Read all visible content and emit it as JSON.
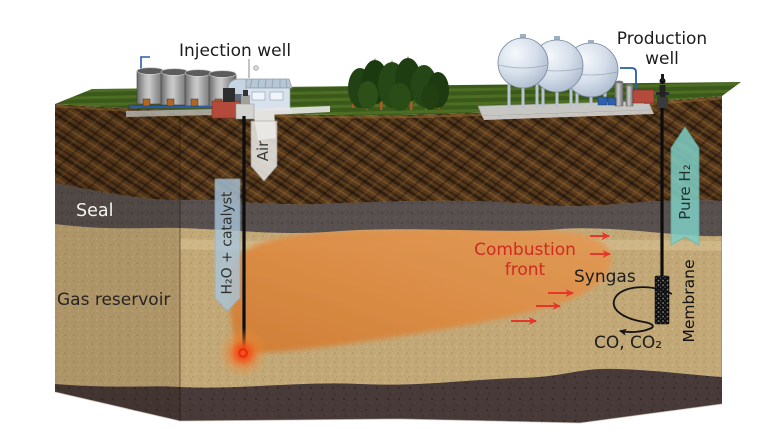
{
  "surface": {
    "injection_well_label": "Injection well",
    "production_well_label": "Production well"
  },
  "subsurface": {
    "seal_label": "Seal",
    "gas_reservoir_label": "Gas reservoir"
  },
  "process": {
    "air_label": "Air",
    "h2o_catalyst_label": "H₂O + catalyst",
    "pure_h2_label": "Pure H₂",
    "membrane_label": "Membrane",
    "combustion_front_label": "Combustion front",
    "syngas_label": "Syngas",
    "co_co2_label": "CO, CO₂"
  },
  "colors": {
    "combustion_text": "#cf2b20",
    "arrow_red": "#e5372a",
    "pure_h2_fill": "#7fcfc5",
    "h2o_fill": "#a9c6dc",
    "air_fill": "#e9e8e4",
    "combustion_zone": "#dd8b44",
    "grass": "#3b591b",
    "soil": "#55391d",
    "seal": "#57504e",
    "reservoir": "#c3a877",
    "bottom_rock": "#473a38",
    "ignition_glow": "#f44d12"
  }
}
